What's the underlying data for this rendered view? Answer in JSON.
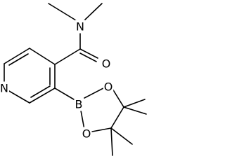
{
  "molecule": {
    "atoms": [
      {
        "id": "n_amide",
        "element": "N",
        "label": "N"
      },
      {
        "id": "o_carbonyl",
        "element": "O",
        "label": "O"
      },
      {
        "id": "n_ring",
        "element": "N",
        "label": "N"
      },
      {
        "id": "b",
        "element": "B",
        "label": "B"
      },
      {
        "id": "o_top",
        "element": "O",
        "label": "O"
      },
      {
        "id": "o_bottom",
        "element": "O",
        "label": "O"
      }
    ]
  },
  "colors": {
    "bond": "#000000",
    "label": "#000000",
    "background": "#ffffff"
  }
}
